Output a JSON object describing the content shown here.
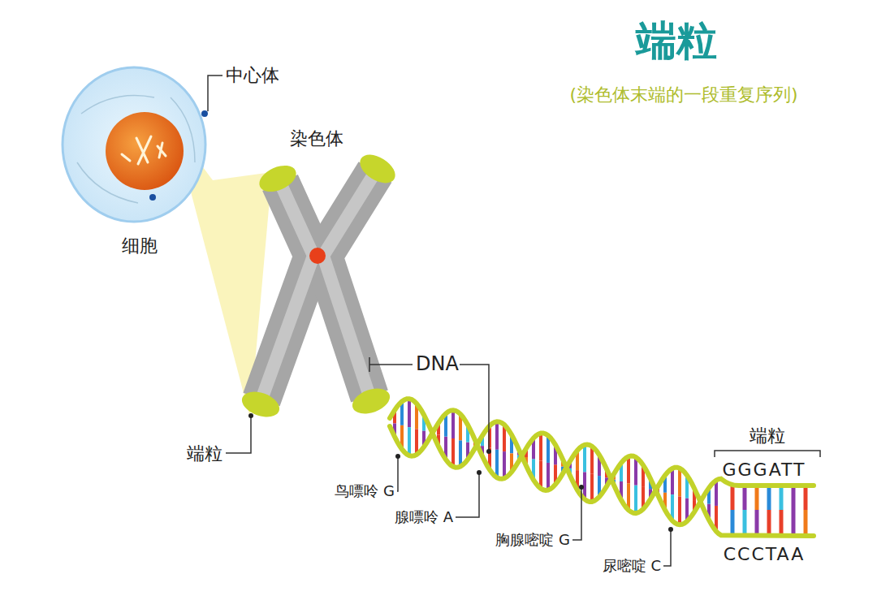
{
  "diagram": {
    "title": "端粒",
    "labels": [
      "(染色体末端的一段重复序列)",
      "中心体",
      "染色体",
      "细胞",
      "端粒",
      "DNA",
      "鸟嘌呤 G",
      "腺嘌呤 A",
      "胸腺嘧啶 G",
      "尿嘧啶 C",
      "端粒",
      "GGGATT",
      "CCCTAA"
    ]
  }
}
